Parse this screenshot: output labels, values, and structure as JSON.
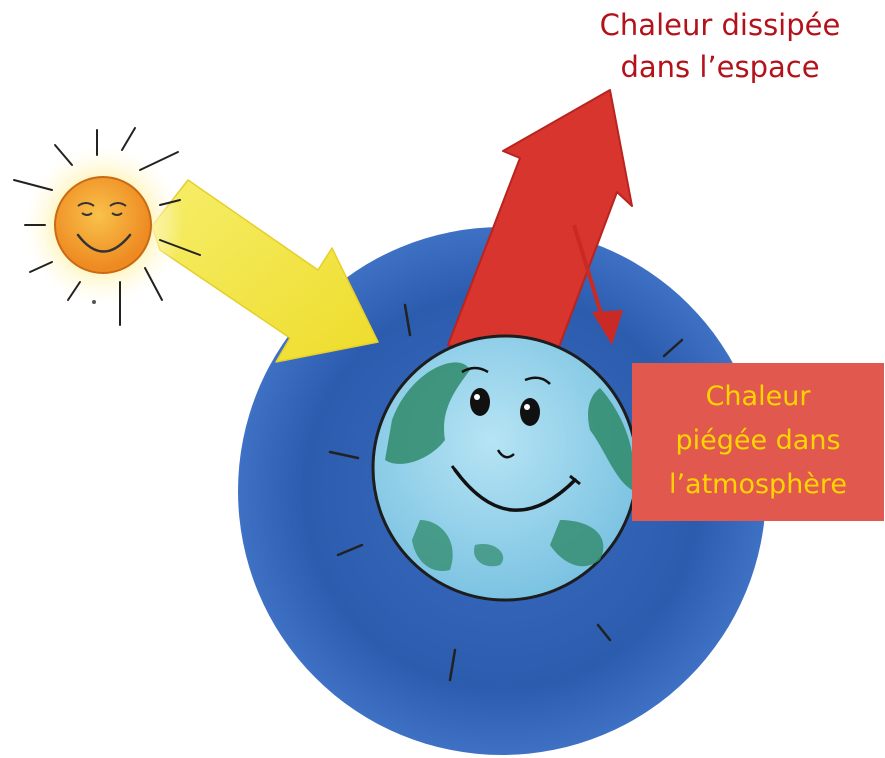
{
  "labels": {
    "heat_space_line1": "Chaleur dissipée",
    "heat_space_line2": "dans l’espace",
    "heat_trapped_line1": "Chaleur",
    "heat_trapped_line2": "piégée dans",
    "heat_trapped_line3": "l’atmosphère"
  },
  "colors": {
    "atmosphere": "#2f5fb0",
    "sun": "#f19a2a",
    "sunlight_arrow": "#f2e43a",
    "heat_arrow": "#d8352e",
    "heat_space_text": "#b3121b",
    "trapped_box": "#e0584e",
    "trapped_text": "#ffd400",
    "earth_ocean": "#8fd0ea",
    "earth_land": "#2f8a6a"
  },
  "elements": {
    "sun": "smiling-sun-icon",
    "earth": "smiling-earth-icon",
    "atmosphere": "atmosphere-layer",
    "incoming_arrow": "sunlight-arrow",
    "outgoing_arrow": "heat-escape-arrow",
    "reflected_arrow": "heat-trapped-arrow"
  }
}
